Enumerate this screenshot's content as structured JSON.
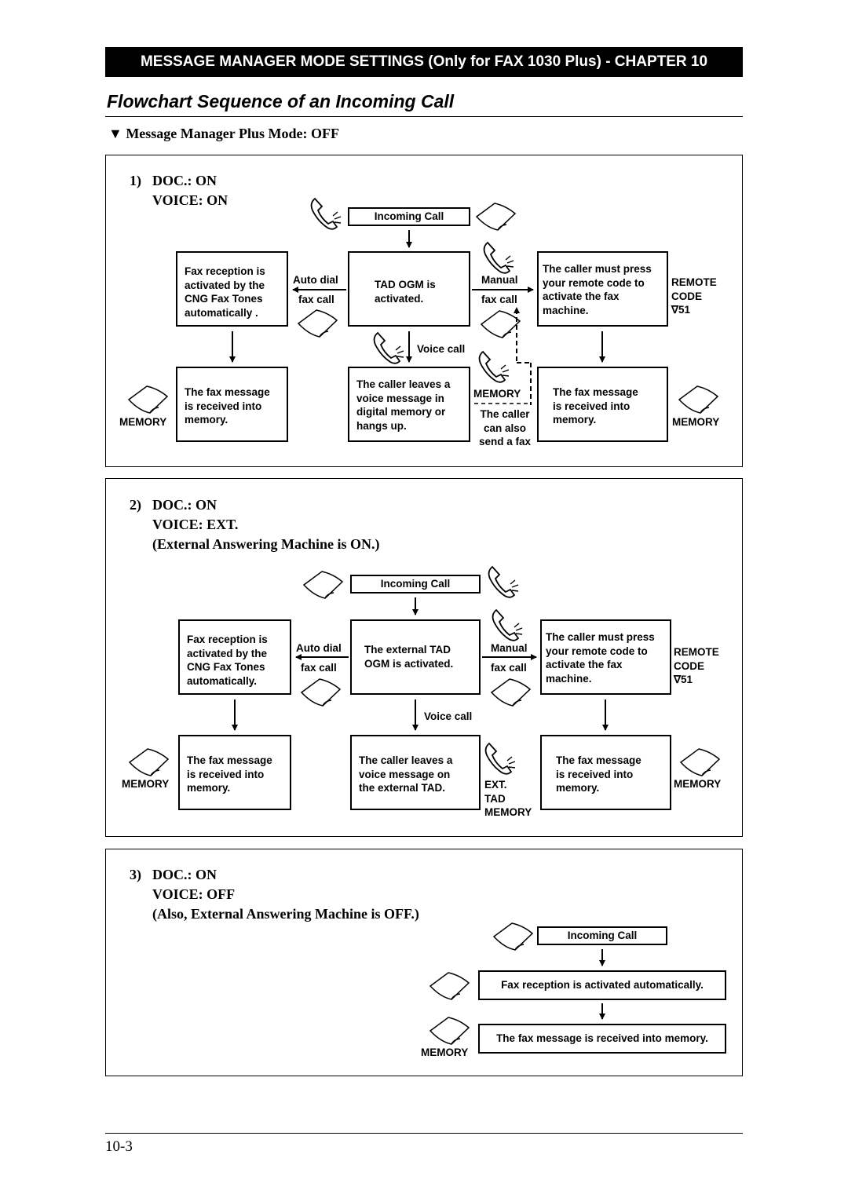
{
  "header": {
    "banner": "MESSAGE MANAGER MODE SETTINGS (Only for FAX 1030 Plus) - CHAPTER 10",
    "title": "Flowchart Sequence of an Incoming Call",
    "subheading": "▼ Message Manager Plus Mode: OFF"
  },
  "s1": {
    "num": "1)",
    "doc": "DOC.: ON",
    "voice": "VOICE: ON",
    "incoming": "Incoming Call",
    "fax_reception": "Fax reception is\nactivated by the\nCNG Fax Tones\nautomatically .",
    "auto_dial": "Auto dial",
    "fax_call_left": "fax call",
    "tad_ogm": "TAD OGM is\nactivated.",
    "manual": "Manual",
    "fax_call_right": "fax call",
    "caller_press": "The caller must press\nyour remote code to\nactivate the fax\nmachine.",
    "remote_code": "REMOTE\nCODE\n∇51",
    "voice_call": "Voice call",
    "received_left": "The fax message\nis received into\nmemory.",
    "memory_left": "MEMORY",
    "caller_leaves": "The caller leaves a\nvoice message in\ndigital memory or\nhangs up.",
    "memory_mid": "MEMORY",
    "caller_also": "The caller\ncan also\nsend a fax",
    "received_right": "The fax message\nis received into\nmemory.",
    "memory_right": "MEMORY"
  },
  "s2": {
    "num": "2)",
    "doc": "DOC.: ON",
    "voice": "VOICE: EXT.",
    "ext": "(External Answering Machine is ON.)",
    "incoming": "Incoming Call",
    "fax_reception": "Fax reception is\nactivated by the\nCNG Fax Tones\nautomatically.",
    "auto_dial": "Auto dial",
    "fax_call_left": "fax call",
    "ext_tad": "The external TAD\nOGM is activated.",
    "manual": "Manual",
    "fax_call_right": "fax call",
    "caller_press": "The caller must press\nyour remote code to\nactivate the fax\nmachine.",
    "remote_code": "REMOTE\nCODE\n∇51",
    "voice_call": "Voice call",
    "received_left": "The fax message\nis received into\nmemory.",
    "memory_left": "MEMORY",
    "caller_leaves": "The caller leaves a\nvoice message on\nthe external TAD.",
    "ext_tad_memory": "EXT.\nTAD\nMEMORY",
    "received_right": "The fax message\nis received into\nmemory.",
    "memory_right": "MEMORY"
  },
  "s3": {
    "num": "3)",
    "doc": "DOC.: ON",
    "voice": "VOICE: OFF",
    "ext": "(Also, External Answering Machine is OFF.)",
    "incoming": "Incoming Call",
    "fax_reception": "Fax reception is activated automatically.",
    "received": "The fax message is received into memory.",
    "memory": "MEMORY"
  },
  "footer": {
    "page": "10-3"
  }
}
